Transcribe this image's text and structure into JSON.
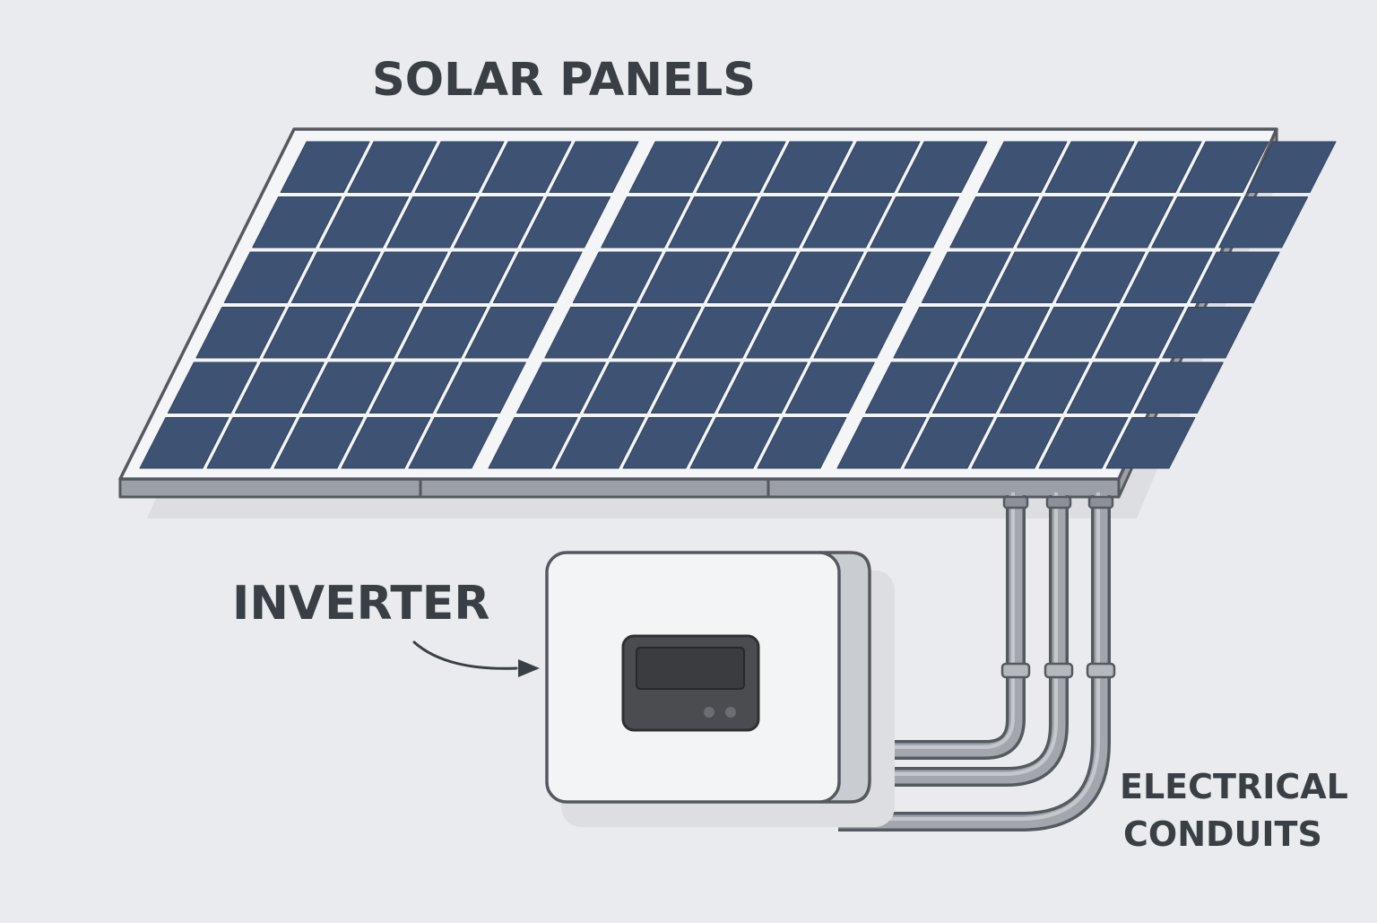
{
  "labels": {
    "solar_panels": "SOLAR PANELS",
    "inverter": "INVERTER",
    "conduits_line1": "ELECTRICAL",
    "conduits_line2": "CONDUITS"
  },
  "panel_array": {
    "modules": 3,
    "cell_rows": 6,
    "cell_cols_per_module": 5
  },
  "colors": {
    "background": "#e9ebee",
    "cell": "#3e5274",
    "frame": "#f4f5f7",
    "frame_outline": "#55595f",
    "frame_edge": "#9ba0a6",
    "inverter_body": "#f3f4f6",
    "inverter_side": "#c9ccd1",
    "display": "#4a4c50",
    "screen": "#3a3c40",
    "conduit": "#a3a7ad",
    "conduit_outline": "#555a60",
    "label": "#3a3f45"
  }
}
